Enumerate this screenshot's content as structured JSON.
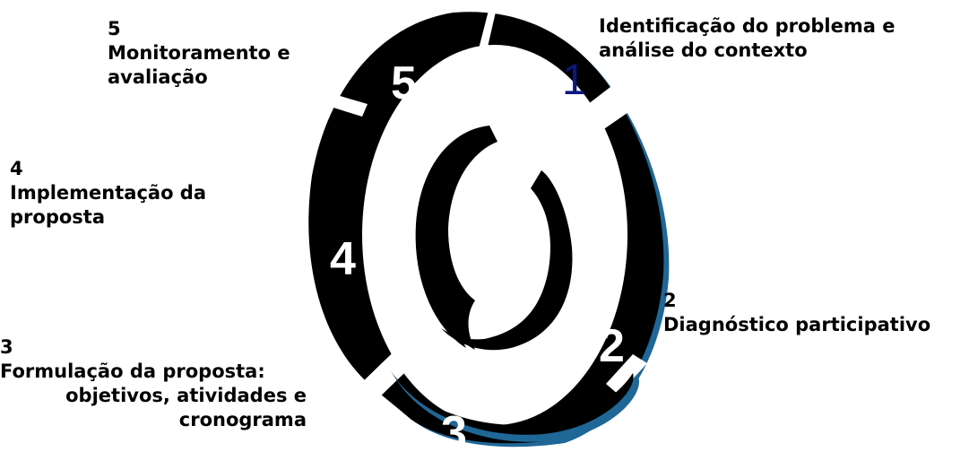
{
  "cycle": {
    "steps": [
      {
        "number": "1",
        "lines": [
          "Identificação do problema e",
          "análise do contexto"
        ]
      },
      {
        "number": "2",
        "lines": [
          "Diagnóstico participativo"
        ]
      },
      {
        "number": "3",
        "lines": [
          "Formulação da proposta:",
          "objetivos, atividades e",
          "cronograma"
        ]
      },
      {
        "number": "4",
        "lines": [
          "Implementação da",
          "proposta"
        ]
      },
      {
        "number": "5",
        "lines": [
          "Monitoramento e",
          "avaliação"
        ]
      }
    ],
    "colors": {
      "ring": "#000000",
      "ring_shadow": "#1f6796",
      "segment_one_number": "#0d1680",
      "segment_numbers": "#ffffff",
      "label_text": "#000000"
    }
  }
}
